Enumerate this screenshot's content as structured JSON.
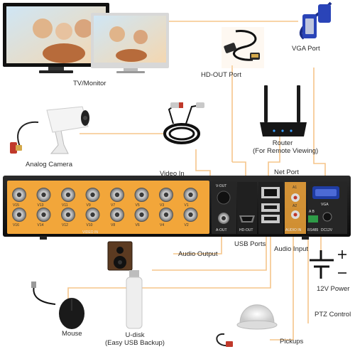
{
  "labels": {
    "tv_monitor": "TV/Monitor",
    "hdout_port": "HD-OUT Port",
    "vga_port": "VGA Port",
    "analog_camera": "Analog Camera",
    "video_in": "Video In",
    "router": "Router",
    "router_sub": "(For Remote Viewing)",
    "net_port": "Net Port",
    "audio_output": "Audio Output",
    "usb_ports": "USB Ports",
    "audio_input": "Audio Input",
    "power_12v": "12V Power",
    "ptz_control": "PTZ Control",
    "mouse": "Mouse",
    "udisk": "U-disk",
    "udisk_sub": "(Easy USB Backup)",
    "pickups": "Pickups"
  },
  "panel": {
    "video_in_caption": "VIDEO IN",
    "v_out": "V-OUT",
    "a_out": "A-OUT",
    "hd_out": "HD-OUT",
    "audio_in": "AUDIO IN",
    "vga": "VGA",
    "rs485": "RS485",
    "dc12v": "DC12V",
    "a1": "A1",
    "a2": "A2",
    "ab": "A  B",
    "ports_top": [
      "V15",
      "V13",
      "V11",
      "V9",
      "V7",
      "V5",
      "V3",
      "V1"
    ],
    "ports_bottom": [
      "V16",
      "V14",
      "V12",
      "V10",
      "V8",
      "V6",
      "V4",
      "V2"
    ]
  },
  "colors": {
    "connector_line": "#f5c58a",
    "dvr_body": "#1a1a1a",
    "bnc_panel": "#f2a63a",
    "text": "#2a2a2a"
  },
  "icons": [
    "tv-monitor-icon",
    "hdmi-cable-icon",
    "vga-cable-icon",
    "router-icon",
    "camera-icon",
    "bnc-cable-icon",
    "speaker-icon",
    "mouse-icon",
    "usb-drive-icon",
    "power-symbol-icon",
    "microphone-pickup-icon"
  ]
}
